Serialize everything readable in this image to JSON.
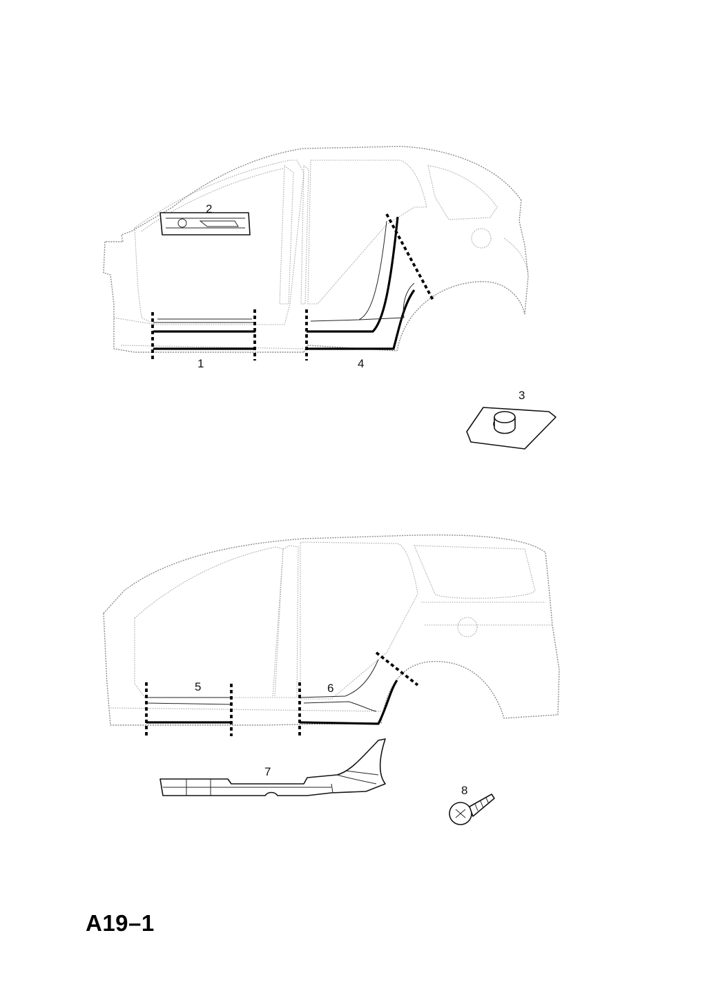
{
  "page_code": "A19–1",
  "callouts": {
    "c1": "1",
    "c2": "2",
    "c3": "3",
    "c4": "4",
    "c5": "5",
    "c6": "6",
    "c7": "7",
    "c8": "8"
  }
}
